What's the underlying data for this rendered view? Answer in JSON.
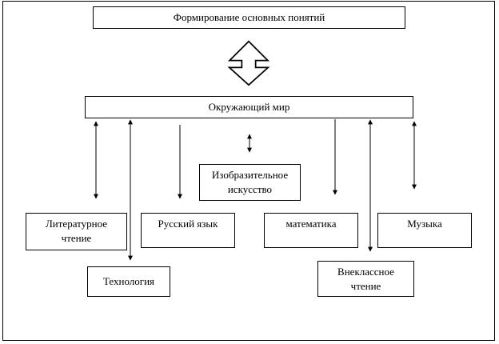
{
  "diagram": {
    "title": "Формирование основных понятий",
    "center": "Окружающий мир",
    "nodes": [
      {
        "id": "art",
        "label": "Изобразительное искусство"
      },
      {
        "id": "literary-reading",
        "label": "Литературное чтение"
      },
      {
        "id": "russian",
        "label": "Русский язык"
      },
      {
        "id": "math",
        "label": "математика"
      },
      {
        "id": "music",
        "label": "Музыка"
      },
      {
        "id": "technology",
        "label": "Технология"
      },
      {
        "id": "extracurricular-reading",
        "label": "Внеклассное чтение"
      }
    ]
  }
}
